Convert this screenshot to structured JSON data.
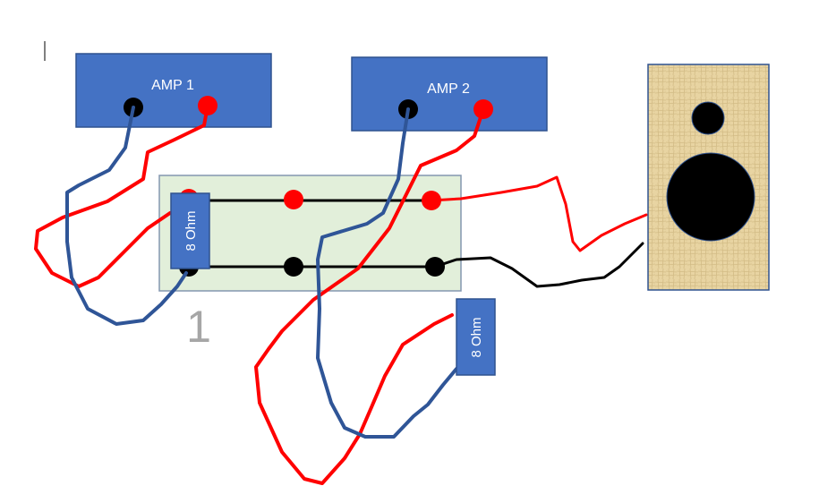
{
  "amps": [
    {
      "label": "AMP 1"
    },
    {
      "label": "AMP 2"
    }
  ],
  "resistors": [
    {
      "label": "8 Ohm"
    },
    {
      "label": "8 Ohm"
    }
  ],
  "board": {
    "label": "1"
  },
  "colors": {
    "amp_fill": "#4472c4",
    "amp_stroke": "#2f528f",
    "board_fill": "#e2efda",
    "board_stroke": "#8497b0",
    "wire_red": "#ff0000",
    "wire_blue": "#2f5597",
    "wire_black": "#000000",
    "terminal_red": "#ff0000",
    "terminal_black": "#000000",
    "speaker_wood": "#e6d3a3",
    "speaker_cone": "#000000"
  }
}
